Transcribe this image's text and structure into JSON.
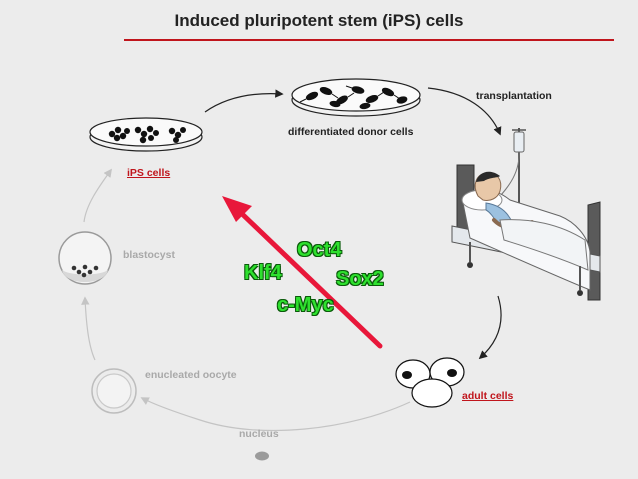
{
  "title": "Induced pluripotent stem (iPS) cells",
  "labels": {
    "ips_cells": "iPS cells",
    "differentiated": "differentiated donor cells",
    "transplantation": "transplantation",
    "adult_cells": "adult cells",
    "nucleus": "nucleus",
    "enucleated_oocyte": "enucleated oocyte",
    "blastocyst": "blastocyst"
  },
  "factors": {
    "oct4": "Oct4",
    "klf4": "Klf4",
    "sox2": "Sox2",
    "cmyc": "c-Myc"
  },
  "colors": {
    "title_rule": "#c0151c",
    "reprogramming_arrow": "#e8173a",
    "factor_text": "#2ee02e",
    "underlined_label": "#c0151c",
    "faded_text": "#a9a9a9"
  }
}
